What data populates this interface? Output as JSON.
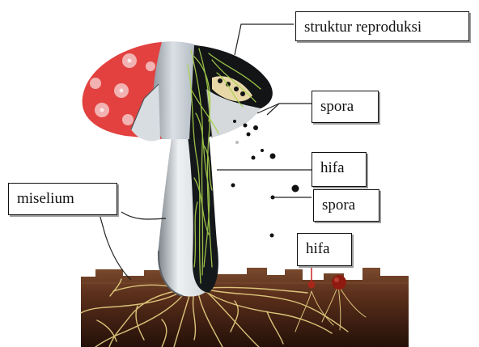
{
  "labels": {
    "reproductive_structure": "struktur reproduksi",
    "spores_upper": "spora",
    "hypha_upper": "hifa",
    "spores_lower": "spora",
    "hypha_lower": "hifa",
    "mycelium": "miselium"
  },
  "colors": {
    "cap_red": "#e2413f",
    "cap_dots": "#f2b2b2",
    "cap_gray": "#bcc3cb",
    "cap_dark": "#121416",
    "hyphae": "#a9d34c",
    "stalk": "#cfd4d8",
    "soil_top": "#6d3c27",
    "soil_bottom": "#2a1207",
    "roots": "#e6ce82",
    "spore": "#111111",
    "small_mushroom": "#9b1b12"
  },
  "icons": {
    "diagram": "mushroom-anatomy-diagram"
  }
}
